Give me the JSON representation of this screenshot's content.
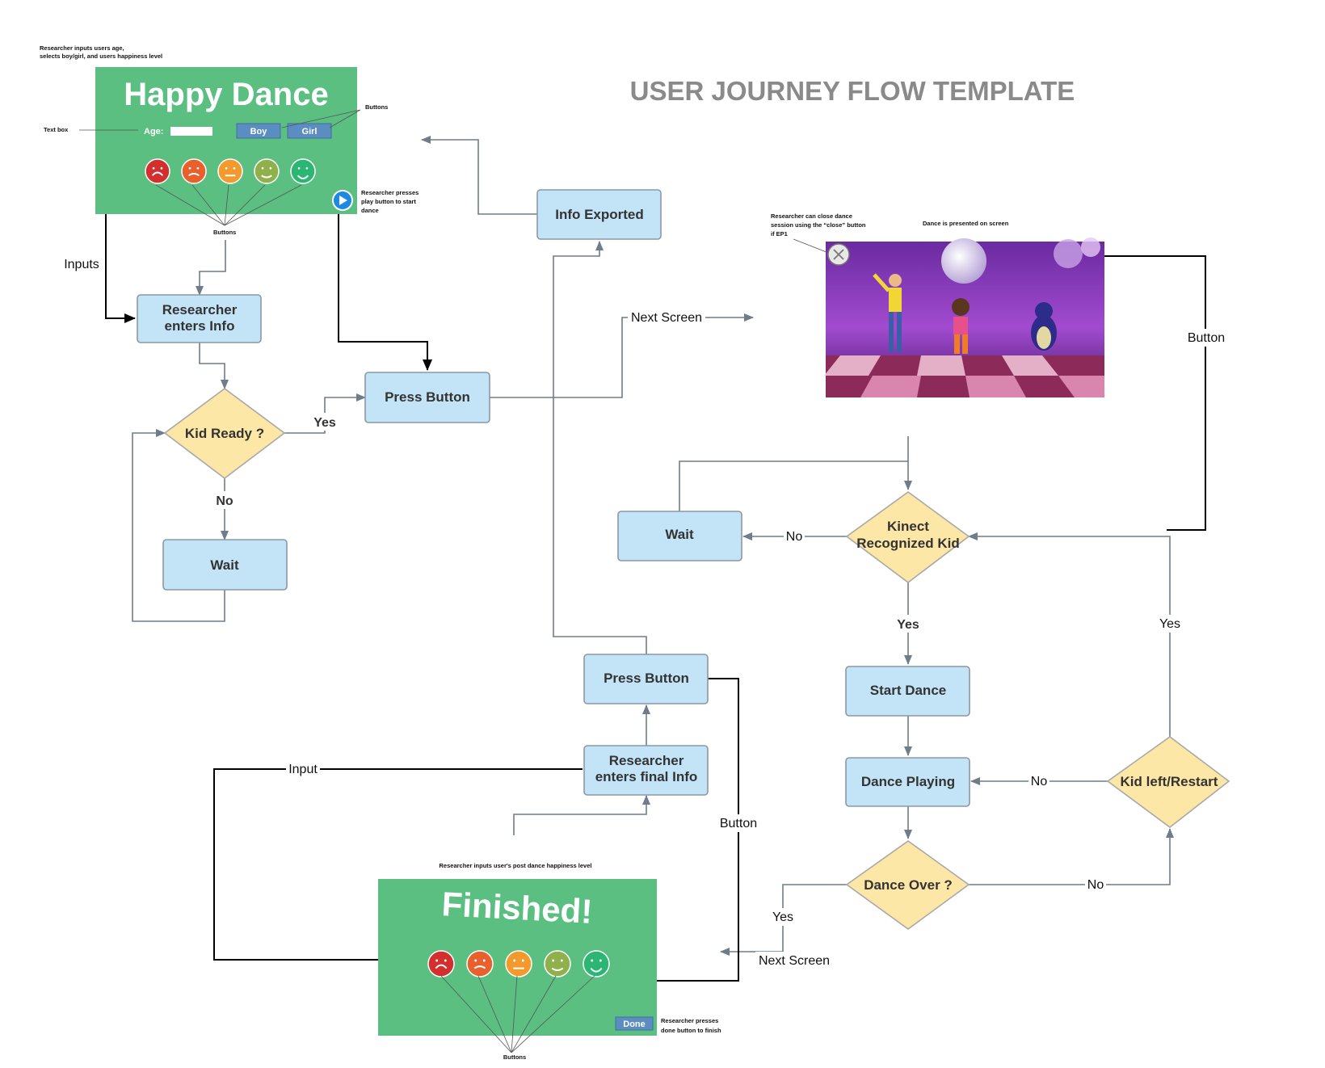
{
  "title": "USER JOURNEY FLOW TEMPLATE",
  "colors": {
    "process_fill": "#c3e4f7",
    "decision_fill": "#fde7a6",
    "panel_green": "#5cbf82",
    "connector_gray": "#6f7c89",
    "connector_black": "#000000",
    "title_gray": "#8a8a8a"
  },
  "nodes": {
    "researcher_enters_info": {
      "line1": "Researcher",
      "line2": "enters Info"
    },
    "kid_ready": "Kid Ready ?",
    "wait_left": "Wait",
    "press_button_top": "Press Button",
    "info_exported": "Info Exported",
    "kinect_recognized": {
      "line1": "Kinect",
      "line2": "Recognized Kid"
    },
    "wait_right": "Wait",
    "start_dance": "Start Dance",
    "dance_playing": "Dance Playing",
    "dance_over": "Dance Over ?",
    "kid_left_restart": "Kid left/Restart",
    "press_button_bottom": "Press Button",
    "researcher_enters_final": {
      "line1": "Researcher",
      "line2": "enters final Info"
    }
  },
  "edge_labels": {
    "inputs": "Inputs",
    "yes_kid_ready": "Yes",
    "no_kid_ready": "No",
    "next_screen_top": "Next Screen",
    "button_right": "Button",
    "no_kinect": "No",
    "yes_kinect": "Yes",
    "yes_kid_left": "Yes",
    "no_dance_playing": "No",
    "no_dance_over": "No",
    "yes_dance_over": "Yes",
    "next_screen_bottom": "Next Screen",
    "input_bottom": "Input",
    "button_bottom": "Button"
  },
  "happy_dance_screen": {
    "title": "Happy Dance",
    "age_label": "Age:",
    "boy_button": "Boy",
    "girl_button": "Girl",
    "faces": [
      "very-sad-face-icon",
      "sad-face-icon",
      "neutral-face-icon",
      "content-face-icon",
      "happy-face-icon"
    ],
    "face_colors": [
      "#d32f2f",
      "#e8602c",
      "#f29a2e",
      "#8fb04a",
      "#2bb673"
    ]
  },
  "finished_screen": {
    "title": "Finished!",
    "done_button": "Done",
    "faces": [
      "very-sad-face-icon",
      "sad-face-icon",
      "neutral-face-icon",
      "content-face-icon",
      "happy-face-icon"
    ],
    "face_colors": [
      "#d32f2f",
      "#e8602c",
      "#f29a2e",
      "#8fb04a",
      "#2bb673"
    ]
  },
  "annotations": {
    "researcher_inputs_line1": "Researcher inputs users age,",
    "researcher_inputs_line2": "selects boy/girl, and users happiness level",
    "text_box": "Text box",
    "buttons_top": "Buttons",
    "buttons_faces_top": "Buttons",
    "play_note_line1": "Researcher presses",
    "play_note_line2": "play button to start",
    "play_note_line3": "dance",
    "close_note_line1": "Researcher can close dance",
    "close_note_line2": "session using the “close” button",
    "close_note_line3": "if EP1",
    "dance_presented": "Dance is presented on screen",
    "post_dance_note": "Researcher inputs user's post dance happiness level",
    "done_note_line1": "Researcher presses",
    "done_note_line2": "done button to finish",
    "buttons_bottom": "Buttons"
  }
}
